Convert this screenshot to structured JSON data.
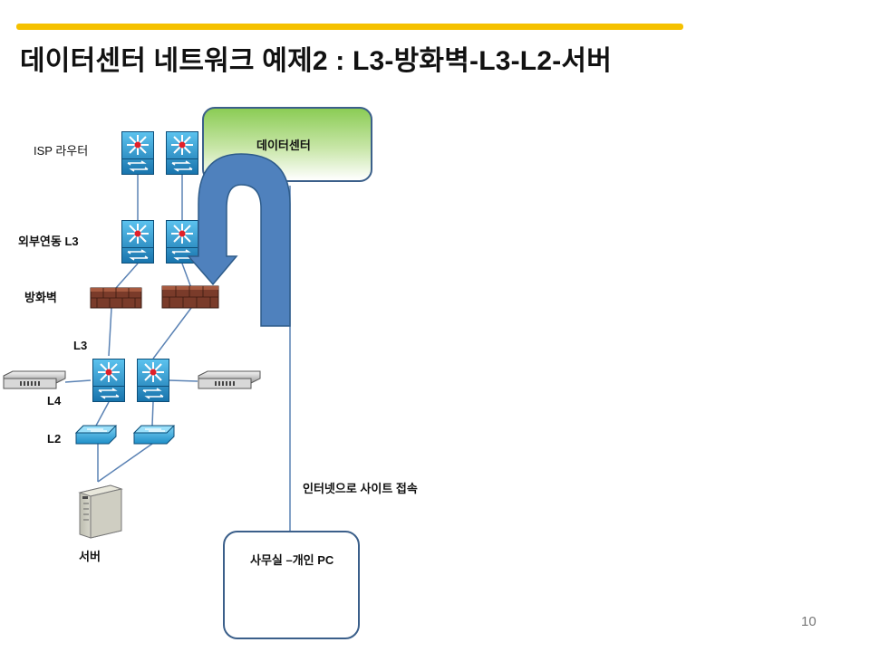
{
  "slide": {
    "title": "데이터센터 네트워크 예제2 : L3-방화벽-L3-L2-서버",
    "page_number": "10"
  },
  "labels": {
    "isp_router": "ISP 라우터",
    "external_l3": "외부연동 L3",
    "firewall": "방화벽",
    "l3": "L3",
    "l4": "L4",
    "l2": "L2",
    "server": "서버",
    "datacenter": "데이터센터",
    "internet_access": "인터넷으로 사이트 접속",
    "office_pc": "사무실 –개인 PC"
  },
  "colors": {
    "accent_bar": "#f5c100",
    "arrow_fill": "#4f81bd",
    "arrow_stroke": "#2e5c8a",
    "datacenter_fill": "#8bcc55",
    "box_border": "#3b5f8a",
    "link_line": "#5a82b4",
    "switch_blue": "#1f8fc8",
    "firewall_brick": "#7a3b2a"
  }
}
